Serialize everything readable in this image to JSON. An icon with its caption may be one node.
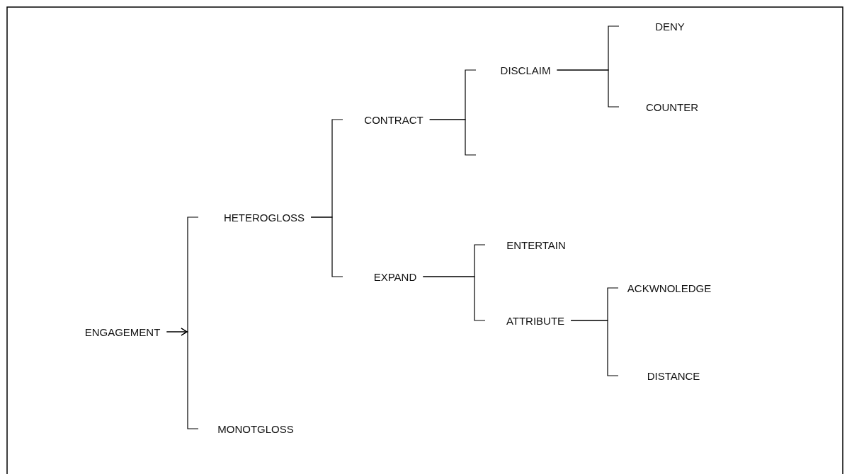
{
  "diagram": {
    "nodes": [
      {
        "text": [
          "ENGAGEMENT"
        ]
      },
      {
        "text": [
          "HETEROGLOSS"
        ]
      },
      {
        "text": [
          "MONOTGLOSS"
        ]
      },
      {
        "text": [
          "CONTRACT"
        ]
      },
      {
        "text": [
          "EXPAND"
        ]
      },
      {
        "text": [
          "DISCLAIM"
        ]
      },
      {
        "text": [
          "DENY"
        ]
      },
      {
        "text": [
          "COUNTER"
        ]
      },
      {
        "text": [
          "ENTERTAIN"
        ]
      },
      {
        "text": [
          "ATTRIBUTE"
        ]
      },
      {
        "text": [
          "ACKWNOLEDGE"
        ]
      },
      {
        "text": [
          "DISTANCE"
        ]
      }
    ],
    "edges": [
      {
        "from": 0,
        "to": 1,
        "arrow": "to"
      },
      {
        "from": 0,
        "to": 2,
        "arrow": "to"
      },
      {
        "from": 1,
        "to": 3,
        "arrow": "none"
      },
      {
        "from": 1,
        "to": 4,
        "arrow": "none"
      },
      {
        "from": 3,
        "to": 5,
        "arrow": "none"
      },
      {
        "from": 3,
        "to": null,
        "arrow": "none"
      },
      {
        "from": 5,
        "to": 6,
        "arrow": "none"
      },
      {
        "from": 5,
        "to": 7,
        "arrow": "none"
      },
      {
        "from": 4,
        "to": 8,
        "arrow": "none"
      },
      {
        "from": 4,
        "to": 9,
        "arrow": "none"
      },
      {
        "from": 9,
        "to": 10,
        "arrow": "none"
      },
      {
        "from": 9,
        "to": 11,
        "arrow": "none"
      }
    ]
  }
}
